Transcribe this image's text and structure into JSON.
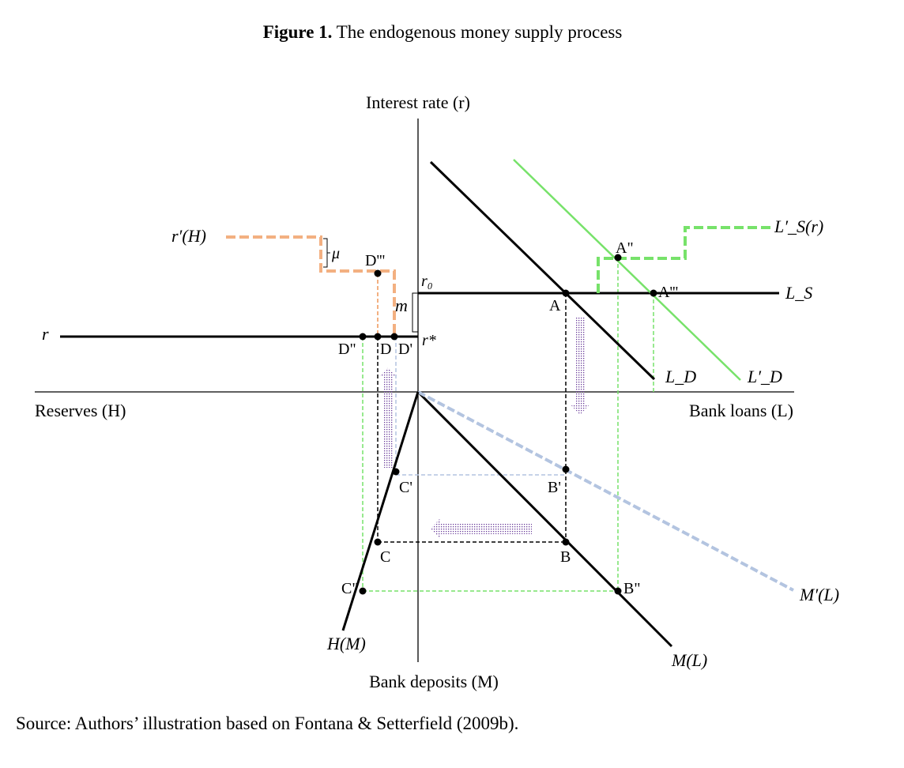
{
  "figure": {
    "title_bold": "Figure 1.",
    "title_rest": " The endogenous money supply process",
    "source": "Source: Authors’ illustration based on Fontana & Setterfield (2009b)."
  },
  "colors": {
    "black": "#000000",
    "green": "#77e26a",
    "orange": "#f3b081",
    "blue": "#b3c4e0",
    "purple": "#6a3d9a"
  },
  "axes": {
    "north": "Interest rate (r)",
    "east": "Bank loans (L)",
    "west": "Reserves (H)",
    "south": "Bank deposits (M)"
  },
  "curves": {
    "r_prime_H": "r′(H)",
    "r": "r",
    "r0": "r₀",
    "r_star": "r*",
    "m": "m",
    "mu": "μ",
    "LS": "L_S",
    "LS_prime": "L′_S(r)",
    "LD": "L_D",
    "LD_prime": "L′_D",
    "M_of_L": "M(L)",
    "M_prime_L": "M′(L)",
    "H_of_M": "H(M)"
  },
  "points": {
    "A": "A",
    "A2": "A\"",
    "A3": "A'''",
    "B": "B",
    "B1": "B'",
    "B2": "B\"",
    "C": "C",
    "C1": "C'",
    "C2": "C\"",
    "D": "D",
    "D1": "D'",
    "D2": "D\"",
    "D3": "D'''"
  }
}
